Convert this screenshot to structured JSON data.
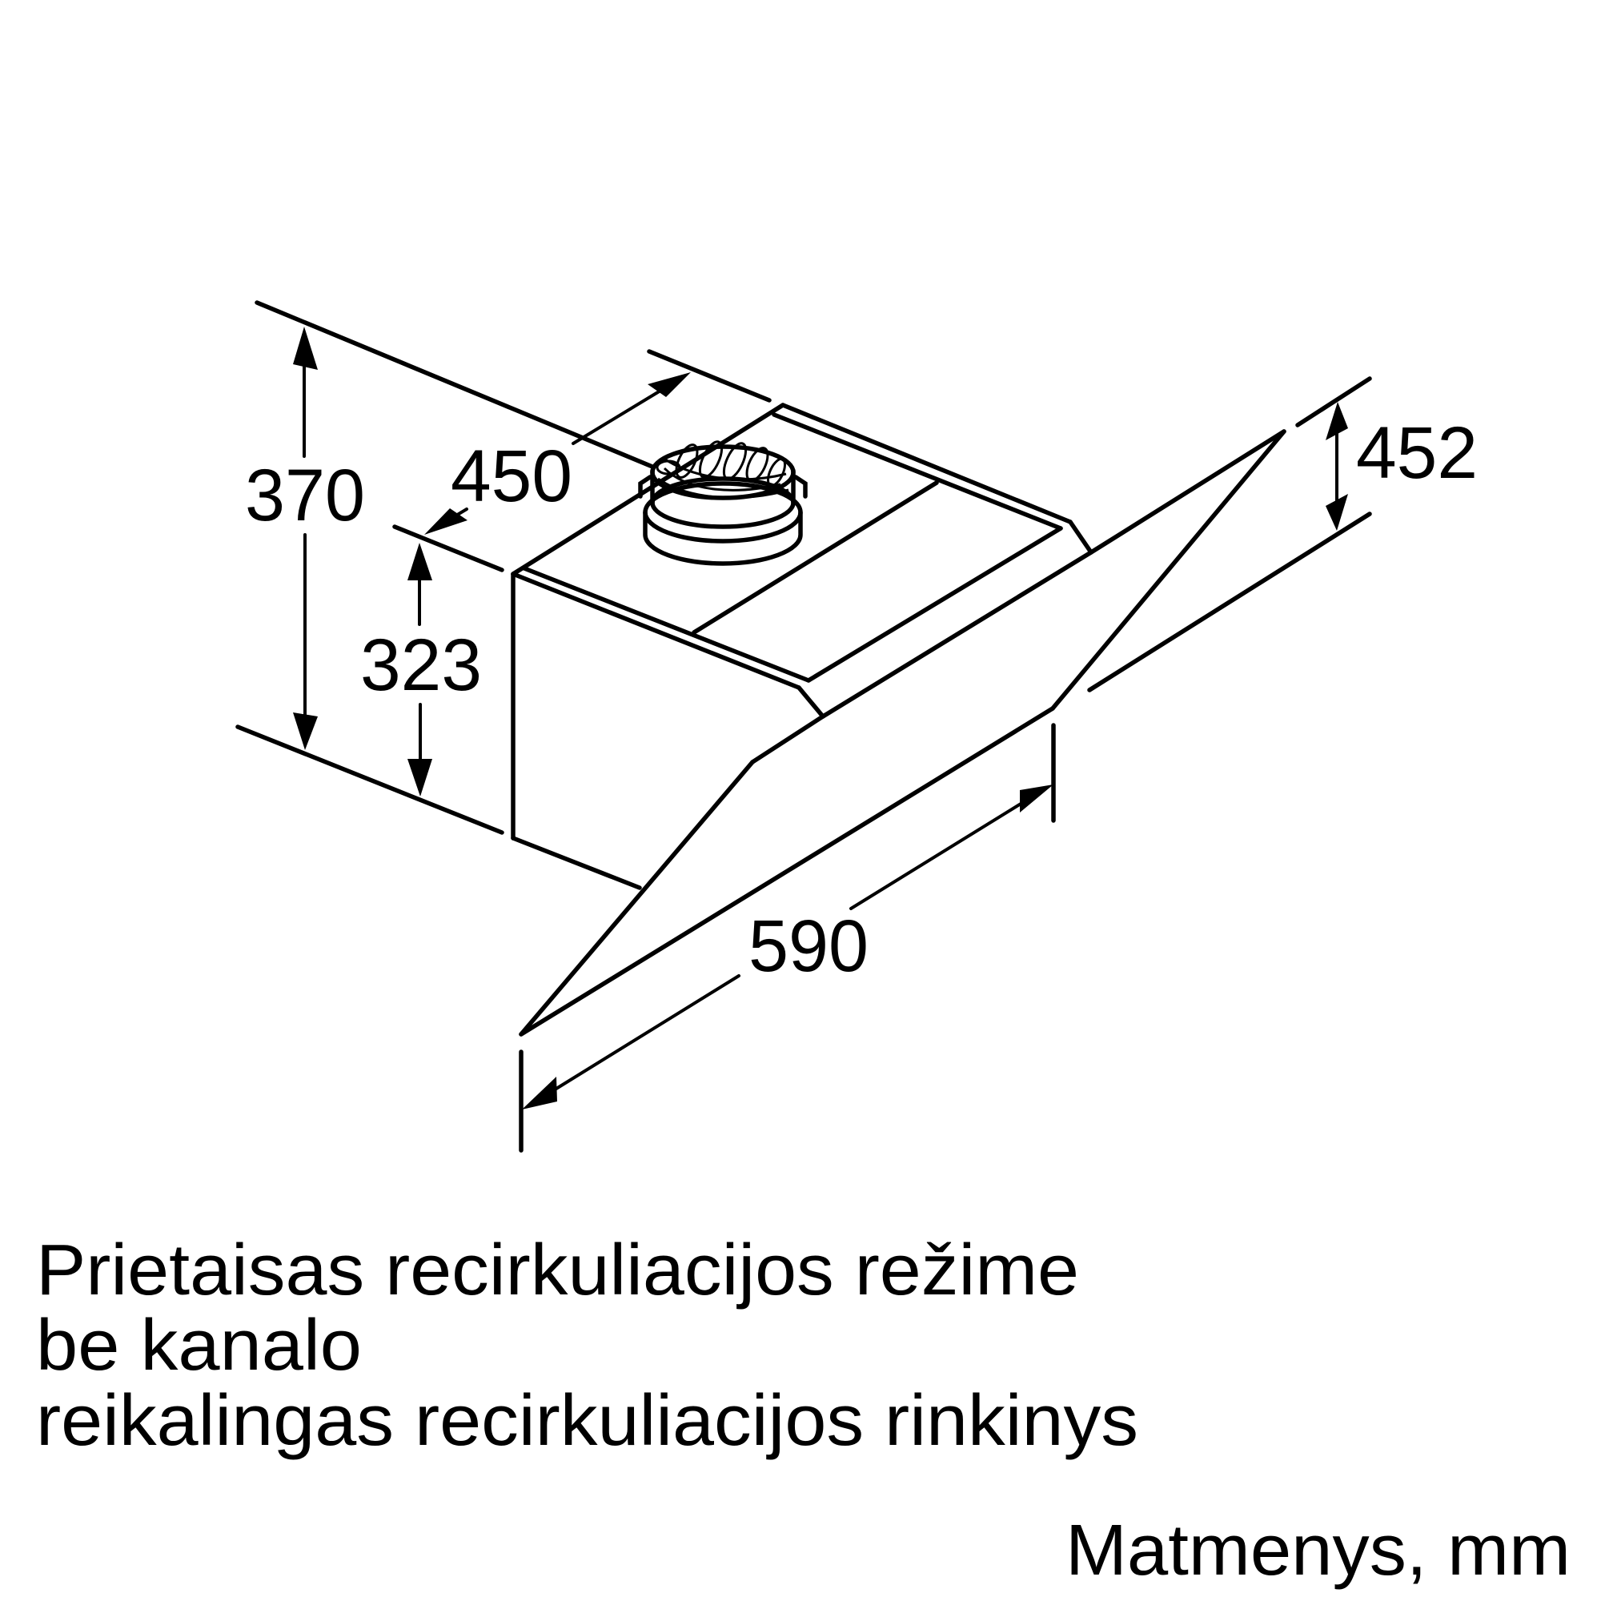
{
  "diagram": {
    "subject": "Wall-mounted angled cooker hood (recirculation mode) - isometric dimension drawing",
    "dimensions": {
      "overall_height": "370",
      "depth": "450",
      "chimney_height": "323",
      "width": "590",
      "glass_height": "452"
    }
  },
  "caption": {
    "lines": [
      "Prietaisas recirkuliacijos režime",
      "be kanalo",
      "reikalingas recirkuliacijos rinkinys"
    ]
  },
  "units_note": "Matmenys, mm",
  "colors": {
    "line": "#000000",
    "background": "#ffffff"
  }
}
